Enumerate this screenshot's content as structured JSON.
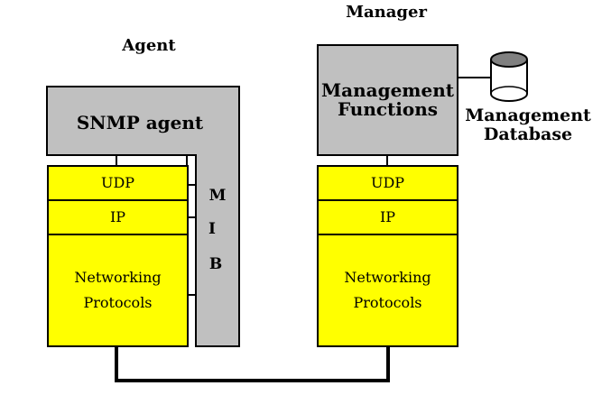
{
  "agent": {
    "heading": "Agent",
    "snmp_label": "SNMP agent",
    "mib_letters": [
      "M",
      "I",
      "B"
    ],
    "stack": {
      "udp": "UDP",
      "ip": "IP",
      "net_line1": "Networking",
      "net_line2": "Protocols"
    }
  },
  "manager": {
    "heading": "Manager",
    "functions_line1": "Management",
    "functions_line2": "Functions",
    "database_line1": "Management",
    "database_line2": "Database",
    "stack": {
      "udp": "UDP",
      "ip": "IP",
      "net_line1": "Networking",
      "net_line2": "Protocols"
    }
  }
}
